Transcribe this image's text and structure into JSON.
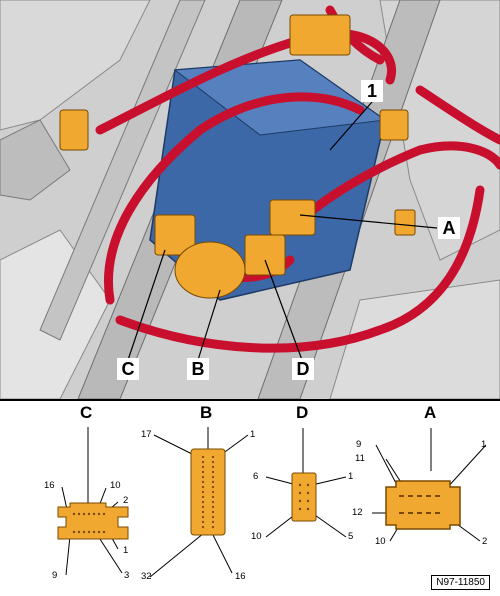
{
  "photo": {
    "callouts": {
      "component": "1",
      "a": "A",
      "b": "B",
      "c": "C",
      "d": "D"
    }
  },
  "pinouts": {
    "c": {
      "label": "C",
      "pins": {
        "p16": "16",
        "p10": "10",
        "p2": "2",
        "p1": "1",
        "p9": "9",
        "p3": "3"
      }
    },
    "b": {
      "label": "B",
      "pins": {
        "p17": "17",
        "p1": "1",
        "p32": "32",
        "p16": "16"
      }
    },
    "d": {
      "label": "D",
      "pins": {
        "p6": "6",
        "p1": "1",
        "p10": "10",
        "p5": "5"
      }
    },
    "a": {
      "label": "A",
      "pins": {
        "p9": "9",
        "p11": "11",
        "p1": "1",
        "p12": "12",
        "p10": "10",
        "p2": "2"
      }
    }
  },
  "reference": "N97-11850",
  "colors": {
    "connector": "#f0a830",
    "harness": "#c8102e",
    "module": "#3c68a8",
    "body": "#c9c9c9"
  }
}
